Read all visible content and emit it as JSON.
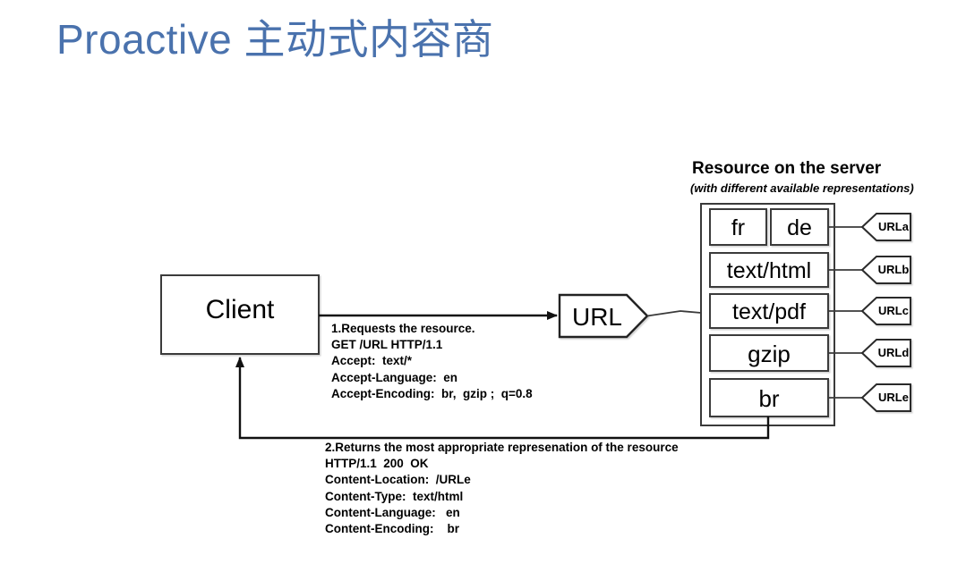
{
  "slide": {
    "title": "Proactive 主动式内容商",
    "title_color": "#4a72ad",
    "background_color": "#ffffff"
  },
  "diagram": {
    "client": {
      "label": "Client"
    },
    "url_node": {
      "label": "URL"
    },
    "server": {
      "heading": "Resource on the server",
      "subheading": "(with different available representations)",
      "representations": [
        {
          "label": "fr"
        },
        {
          "label": "de"
        },
        {
          "label": "text/html"
        },
        {
          "label": "text/pdf"
        },
        {
          "label": "gzip"
        },
        {
          "label": "br"
        }
      ],
      "url_tags": [
        {
          "label": "URLa"
        },
        {
          "label": "URLb"
        },
        {
          "label": "URLc"
        },
        {
          "label": "URLd"
        },
        {
          "label": "URLe"
        }
      ]
    },
    "messages": {
      "request": {
        "lines": [
          "1.Requests the resource.",
          "GET /URL HTTP/1.1",
          "Accept:  text/*",
          "Accept-Language:  en",
          "Accept-Encoding:  br,  gzip ;  q=0.8"
        ]
      },
      "response": {
        "lines": [
          "2.Returns the most appropriate represenation of the resource",
          "HTTP/1.1  200  OK",
          "Content-Location:  /URLe",
          "Content-Type:  text/html",
          "Content-Language:   en",
          "Content-Encoding:    br"
        ]
      }
    },
    "stroke_color": "#333333"
  }
}
